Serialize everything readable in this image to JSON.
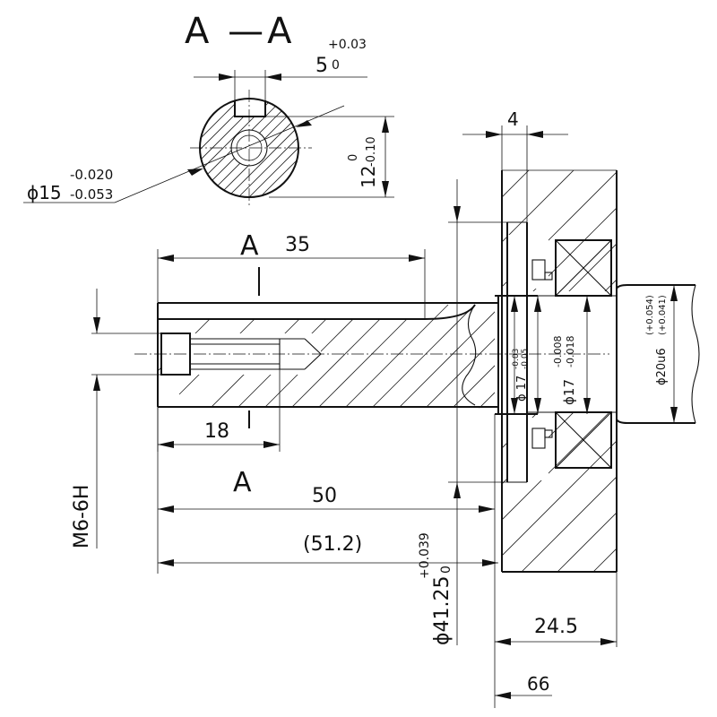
{
  "section_label": "A —A",
  "keyway_width": {
    "nominal": "5",
    "upper_tol": "+0.03",
    "lower_tol": "0"
  },
  "keyway_depth": {
    "nominal": "12",
    "upper_tol": "0",
    "lower_tol": "-0.10"
  },
  "section_diameter": {
    "prefix": "ϕ15",
    "upper_tol": "-0.020",
    "lower_tol": "-0.053"
  },
  "section_marks": {
    "top": "A",
    "bottom": "A"
  },
  "shaft": {
    "key_length": "35",
    "thread_depth": "18",
    "thread_spec": "M6-6H",
    "length_50": "50",
    "length_51_2": "(51.2)",
    "flange_thickness": "4"
  },
  "diameters": {
    "flange": {
      "prefix": "ϕ41.25",
      "upper_tol": "+0.039",
      "lower_tol": "0"
    },
    "journal_a": {
      "prefix": "ϕ 17",
      "upper_tol": "-0.03",
      "lower_tol": "-0.05"
    },
    "journal_b": {
      "prefix": "ϕ17",
      "upper_tol": "-0.008",
      "lower_tol": "-0.018"
    },
    "fit": {
      "prefix": "ϕ20u6",
      "upper_tol": "(+0.054)",
      "lower_tol": "(+0.041)"
    }
  },
  "housing": {
    "width": "24.5",
    "offset": "66"
  }
}
